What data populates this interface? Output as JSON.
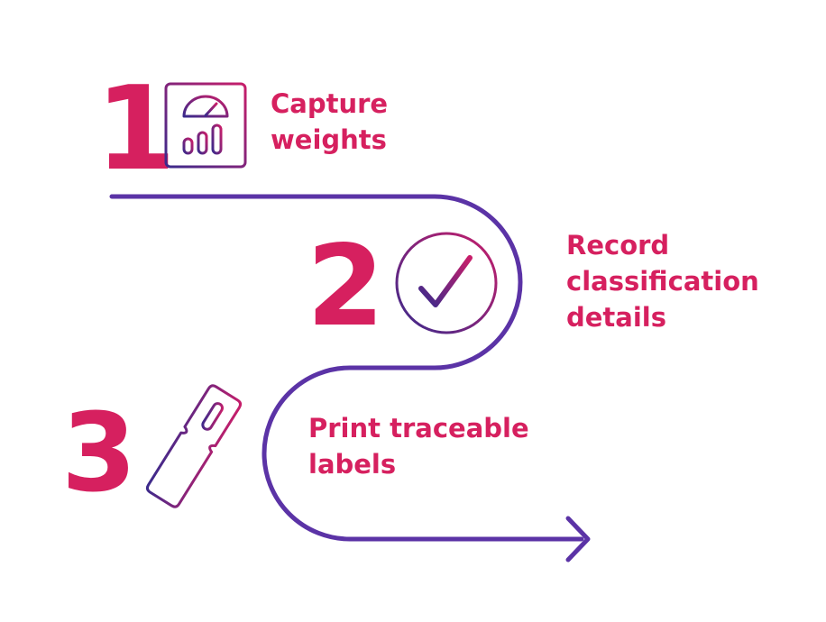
{
  "steps": [
    {
      "number": "1",
      "lines": [
        "Capture",
        "weights"
      ],
      "icon": "scale-icon"
    },
    {
      "number": "2",
      "lines": [
        "Record",
        "classification",
        "details"
      ],
      "icon": "checkmark-circle-icon"
    },
    {
      "number": "3",
      "lines": [
        "Print traceable",
        "labels"
      ],
      "icon": "label-tag-icon"
    }
  ],
  "colors": {
    "accent": "#d6205f",
    "path": "#5b33a6",
    "gradient_start": "#3a2a8c",
    "gradient_end": "#c81e6a"
  }
}
